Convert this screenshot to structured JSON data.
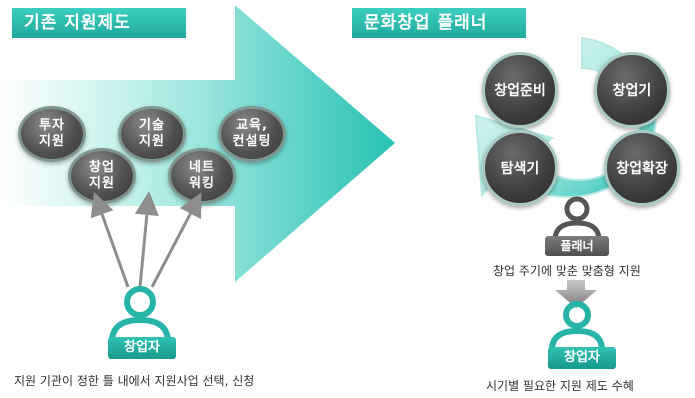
{
  "left_panel": {
    "title": "기존 지원제도",
    "bubbles": [
      {
        "label": "투자\n지원"
      },
      {
        "label": "기술\n지원"
      },
      {
        "label": "교육,\n컨설팅"
      },
      {
        "label": "창업\n지원"
      },
      {
        "label": "네트\n워킹"
      }
    ],
    "person_label": "창업자",
    "caption": "지원 기관이 정한 틀 내에서 지원사업 선택, 신청"
  },
  "right_panel": {
    "title": "문화창업 플래너",
    "cycle": [
      {
        "label": "창업준비"
      },
      {
        "label": "창업기"
      },
      {
        "label": "탐색기"
      },
      {
        "label": "창업확장"
      }
    ],
    "planner_label": "플래너",
    "planner_caption": "창업 주기에 맞춘 맞춤형 지원",
    "person_label": "창업자",
    "caption": "시기별 필요한 지원 제도 수혜"
  },
  "colors": {
    "teal": "#2cc0b2",
    "teal_dark": "#1a9d90",
    "gray": "#4a4a4a"
  }
}
